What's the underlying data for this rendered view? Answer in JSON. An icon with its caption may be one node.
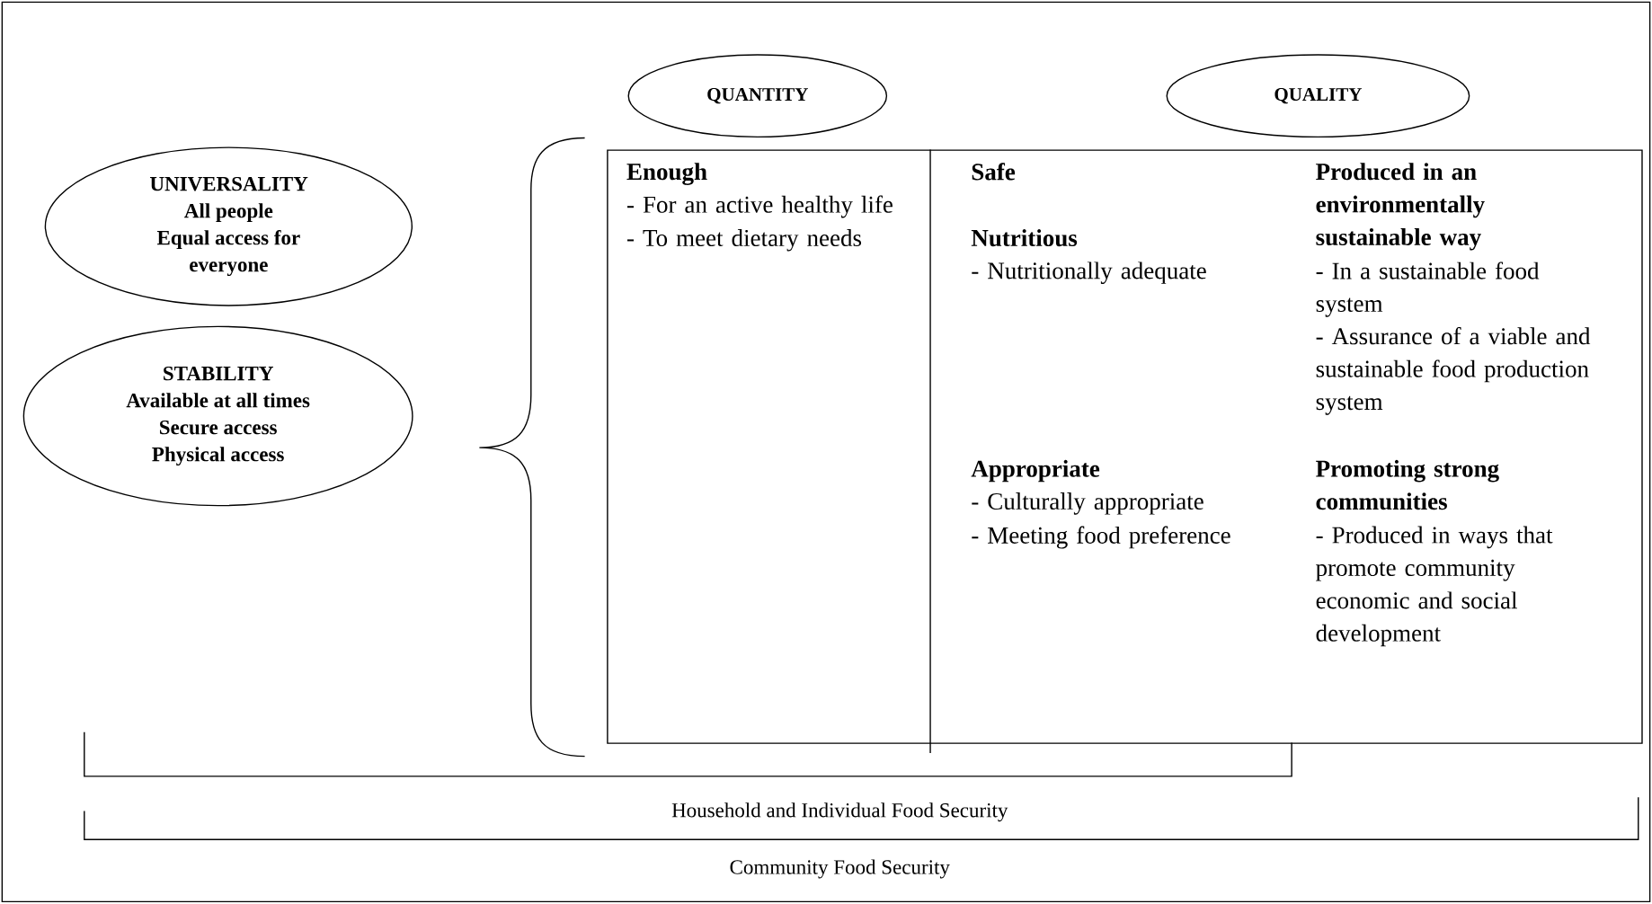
{
  "diagram": {
    "nodes": [
      {
        "text": [
          "QUANTITY"
        ]
      },
      {
        "text": [
          "QUALITY"
        ]
      },
      {
        "text": [
          "UNIVERSALITY",
          "All people",
          "Equal access for everyone"
        ]
      },
      {
        "text": [
          "STABILITY",
          "Available at all times",
          "Secure access",
          "Physical access"
        ]
      },
      {
        "text": [
          "Enough",
          "- For an active healthy life",
          "- To meet dietary needs",
          "Safe",
          "Nutritious",
          "- Nutritionally adequate",
          "Appropriate",
          "- Culturally appropriate",
          "- Meeting food preference",
          "Produced in an environmentally sustainable way",
          "- In a sustainable food system",
          "- Assurance of a viable and sustainable food production system",
          "Promoting strong communities",
          "- Produced in ways that promote community economic and social development"
        ]
      }
    ],
    "labels": [
      "Household and Individual Food Security",
      "Community Food Security"
    ]
  }
}
